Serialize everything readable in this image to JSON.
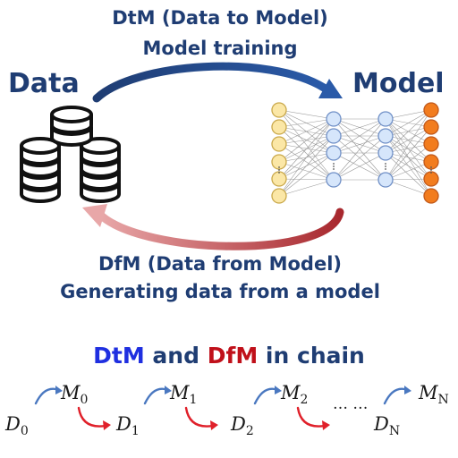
{
  "top": {
    "line1": "DtM (Data to Model)",
    "line2": "Model training"
  },
  "labels": {
    "data": "Data",
    "model": "Model"
  },
  "bottom": {
    "line1": "DfM (Data from Model)",
    "line2": "Generating data from a model"
  },
  "chain_title": {
    "dtm": "DtM",
    "and": " and ",
    "dfm": "DfM",
    "rest": " in chain"
  },
  "chain": {
    "models": [
      {
        "sym": "M",
        "sub": "0"
      },
      {
        "sym": "M",
        "sub": "1"
      },
      {
        "sym": "M",
        "sub": "2"
      },
      {
        "sym": "M",
        "sub": "N"
      }
    ],
    "data": [
      {
        "sym": "D",
        "sub": "0"
      },
      {
        "sym": "D",
        "sub": "1"
      },
      {
        "sym": "D",
        "sub": "2"
      },
      {
        "sym": "D",
        "sub": "N"
      }
    ],
    "ellipsis": "… …"
  },
  "colors": {
    "title": "#1f3d73",
    "dtm_blue": "#1f2fe0",
    "dfm_red": "#c0101a",
    "arrow_blue": "#1f3d73",
    "arrow_red": "#b94a4f",
    "input_node": "#fbe7a6",
    "hidden_node": "#d6e6fb",
    "output_node": "#f27c1e"
  },
  "icons": {
    "database": "database-stack-icon",
    "network": "neural-network-icon"
  }
}
